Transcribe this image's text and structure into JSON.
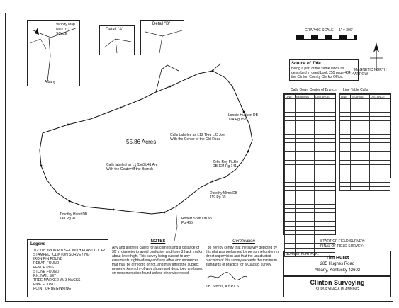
{
  "vicinity": {
    "title": "Vicinity Map",
    "town": "Albany",
    "scale_note": "NOT TO SCALE"
  },
  "details": {
    "a_label": "Detail \"A\"",
    "b_label": "Detail \"B\""
  },
  "plat": {
    "acreage": "55.86 Acres",
    "callout_1": "Calls Labeled as L13 Thru L22 Are With the Center of the Old Road",
    "callout_2": "Calls labeled as L1 Thru L41 Are With the Center of the Branch",
    "owners": [
      "Lonnie Hudson DB 124 Pg 158",
      "Zeke Roy Pickle DB 124 Pg 141",
      "Dorothy Mims DB 119 Pg 30",
      "Robert Scott DB 65 Pg 465",
      "Timothy Hurst DB 149 Pg 91"
    ]
  },
  "graphic_scale": {
    "label": "GRAPHIC SCALE",
    "ratio": "1\" = 300'"
  },
  "north": {
    "label": "MAGNETIC NORTH ARROW"
  },
  "source": {
    "title": "Source of Title",
    "text": "Being a part of the same lands as described in deed book 255 page 484 of the Clinton County Clerk's Office."
  },
  "tables": {
    "left_title": "Calls Down Center of Branch",
    "right_title": "Line Table Calls",
    "headers": [
      "LINE",
      "BEARING",
      "DISTANCE"
    ]
  },
  "legend": {
    "title": "Legend",
    "items": [
      "1/2\"x18\" IRON PIN SET WITH PLASTIC CAP STAMPED \"CLINTON SURVEYING\"",
      "IRON PIN FOUND",
      "REBAR FOUND",
      "FENCE POST",
      "STONE FOUND",
      "P.K. NAIL SET",
      "TREE MARKED W/ 3 HACKS",
      "PIPE FOUND",
      "POINT OF BEGINNING"
    ]
  },
  "notes": {
    "title": "NOTES",
    "text": "Any and all trees called for as corners and a distance of 30' in diameter to avoid confusion and have 3 hack marks about knee high. This survey being subject to any easements, rights-of-way and any other encumbrances that may be of record or not, and may affect the subject property. Any right-of-way shown and described are based on monumentation found unless otherwise noted."
  },
  "certification": {
    "title": "Certification",
    "text": "I do hereby certify that the survey depicted by this plat was performed by personnel under my direct supervision and that the unadjusted precision of this survey exceeds the minimum standards of practice for a Class B survey.",
    "signer": "J.B. Stocks, KY P.L.S."
  },
  "title_block": {
    "start_survey": "START OF FIELD SURVEY:",
    "final_survey": "FINAL OF FIELD SURVEY:",
    "survey_for_label": "SURVEY PLAT FOR:",
    "client": "Tim Hurst",
    "address": "285 Hughes Road",
    "city": "Albany, Kentucky 42602",
    "company": "Clinton Surveying",
    "company_sub": "SURVEYING & PLANNING"
  }
}
